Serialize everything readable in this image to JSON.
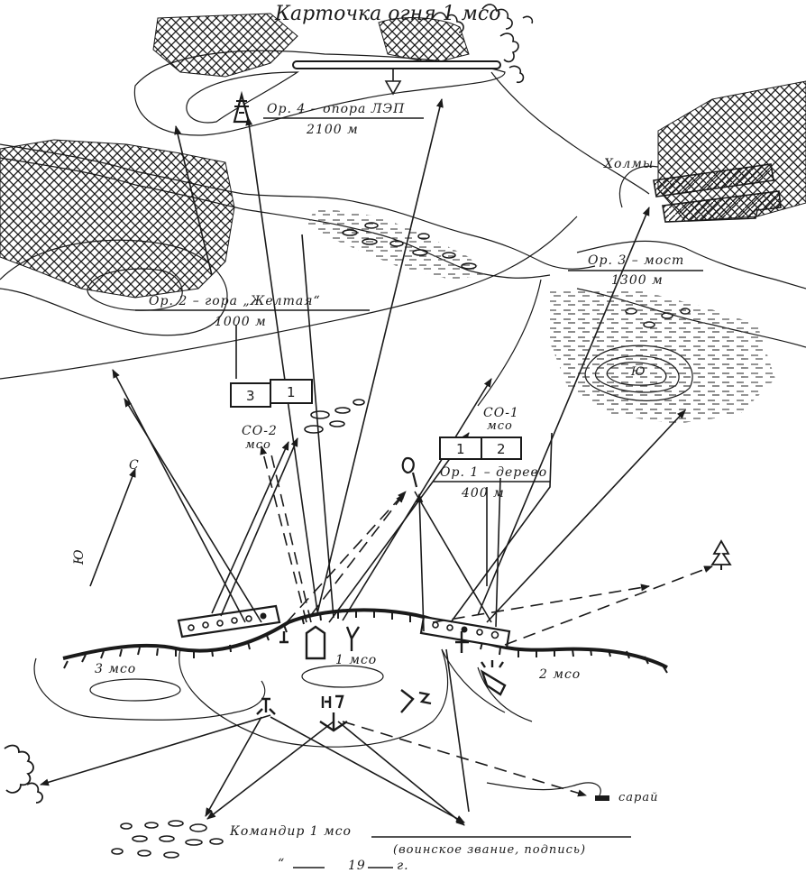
{
  "map": {
    "title": "Карточка огня 1 мсо",
    "labels": {
      "hills": "Холмы",
      "barn": "сарай",
      "unit_3": "3 мсо",
      "unit_1": "1 мсо",
      "unit_2": "2 мсо",
      "north": "С",
      "south": "Ю",
      "height": "Ю"
    },
    "landmarks": [
      {
        "name": "Ор. 4 – опора ЛЭП",
        "distance": "2100 м"
      },
      {
        "name": "Ор. 2 – гора „Желтая“",
        "distance": "1000 м"
      },
      {
        "name": "Ор. 3 – мост",
        "distance": "1300 м"
      },
      {
        "name": "Ор. 1 – дерево",
        "distance": "400 м"
      }
    ],
    "sectors": [
      {
        "name": "СО-2",
        "unit": "мсо",
        "boxes": [
          "3",
          "1"
        ]
      },
      {
        "name": "СО-1",
        "unit": "мсо",
        "boxes": [
          "1",
          "2"
        ]
      }
    ],
    "signature": {
      "commander": "Командир 1 мсо",
      "rank_hint": "(воинское звание, подпись)",
      "date_quote": "“",
      "date_year": "19",
      "date_suffix": "г."
    }
  }
}
